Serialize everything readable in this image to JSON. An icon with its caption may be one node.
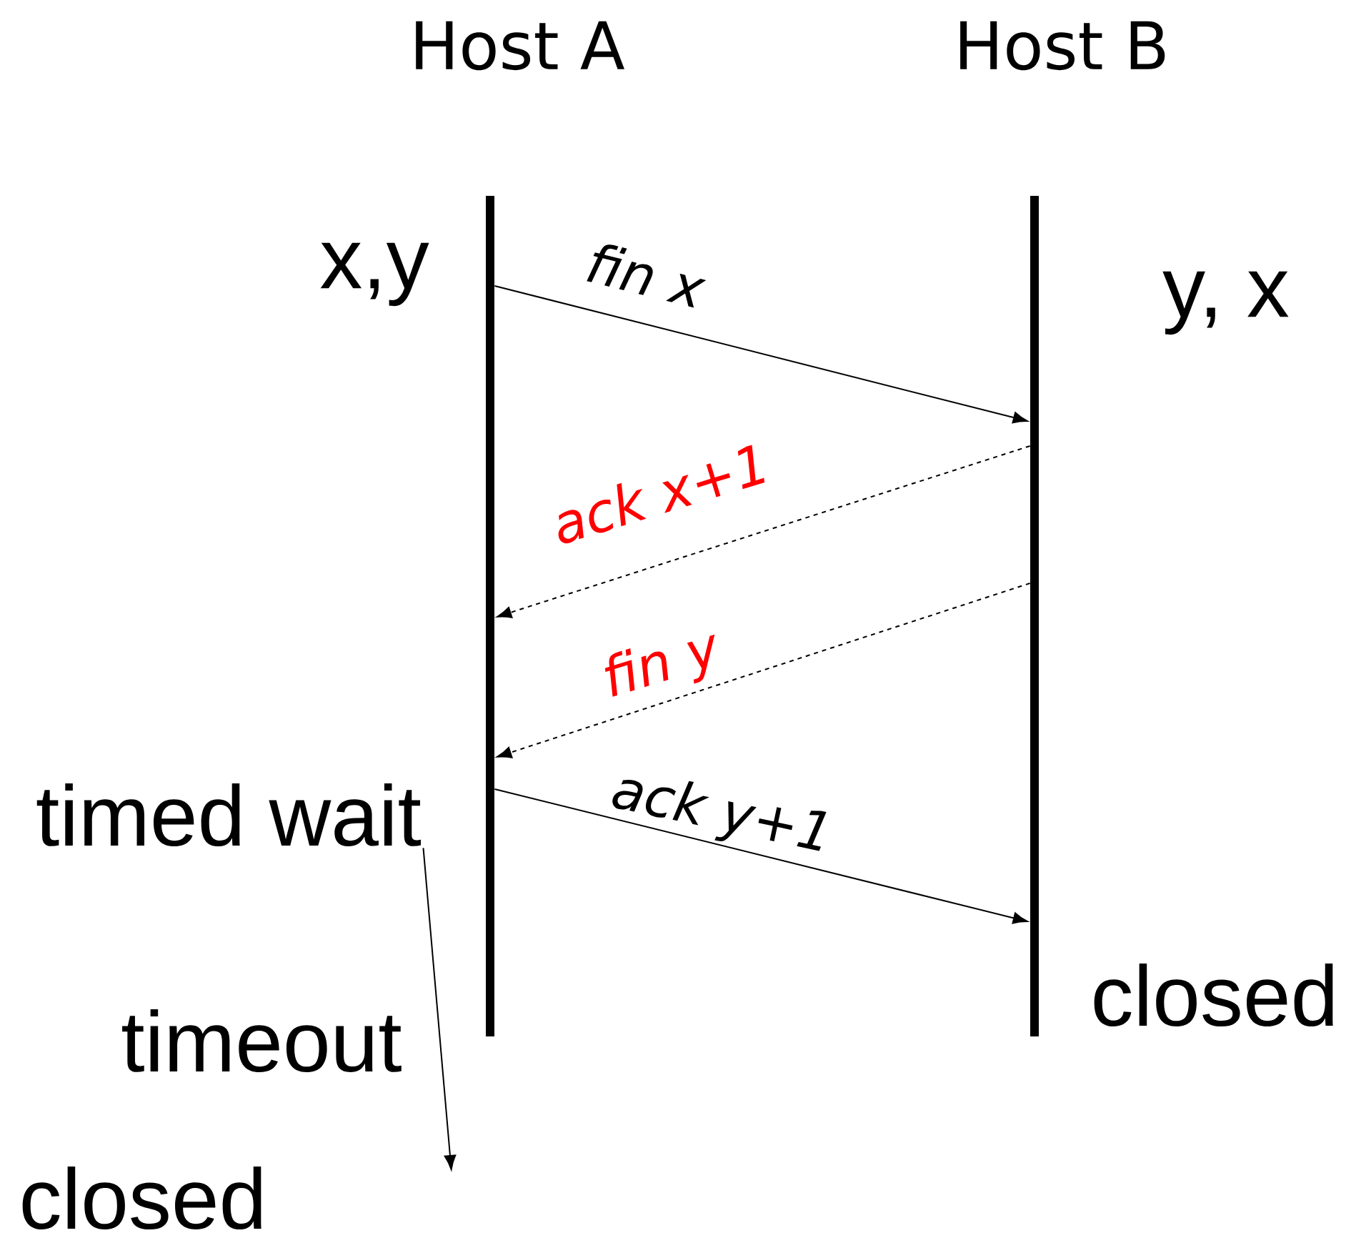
{
  "diagram": {
    "nodes": [
      {
        "text": [
          "Host A"
        ]
      },
      {
        "text": [
          "Host B"
        ]
      },
      {
        "text": [
          "timed wait"
        ]
      }
    ],
    "edges": [
      {
        "from": 0,
        "to": 1,
        "arrow": "to",
        "label": "fin x"
      },
      {
        "from": 1,
        "to": 0,
        "arrow": "to",
        "label": "ack x+1",
        "style": "dashed"
      },
      {
        "from": 1,
        "to": 0,
        "arrow": "to",
        "label": "fin y",
        "style": "dashed"
      },
      {
        "from": 0,
        "to": 1,
        "arrow": "to",
        "label": "ack y+1"
      },
      {
        "from": 2,
        "to": null,
        "arrow": "to",
        "label": "timeout"
      }
    ],
    "labels": [
      "x,y",
      "y, x",
      "closed",
      "closed"
    ]
  }
}
